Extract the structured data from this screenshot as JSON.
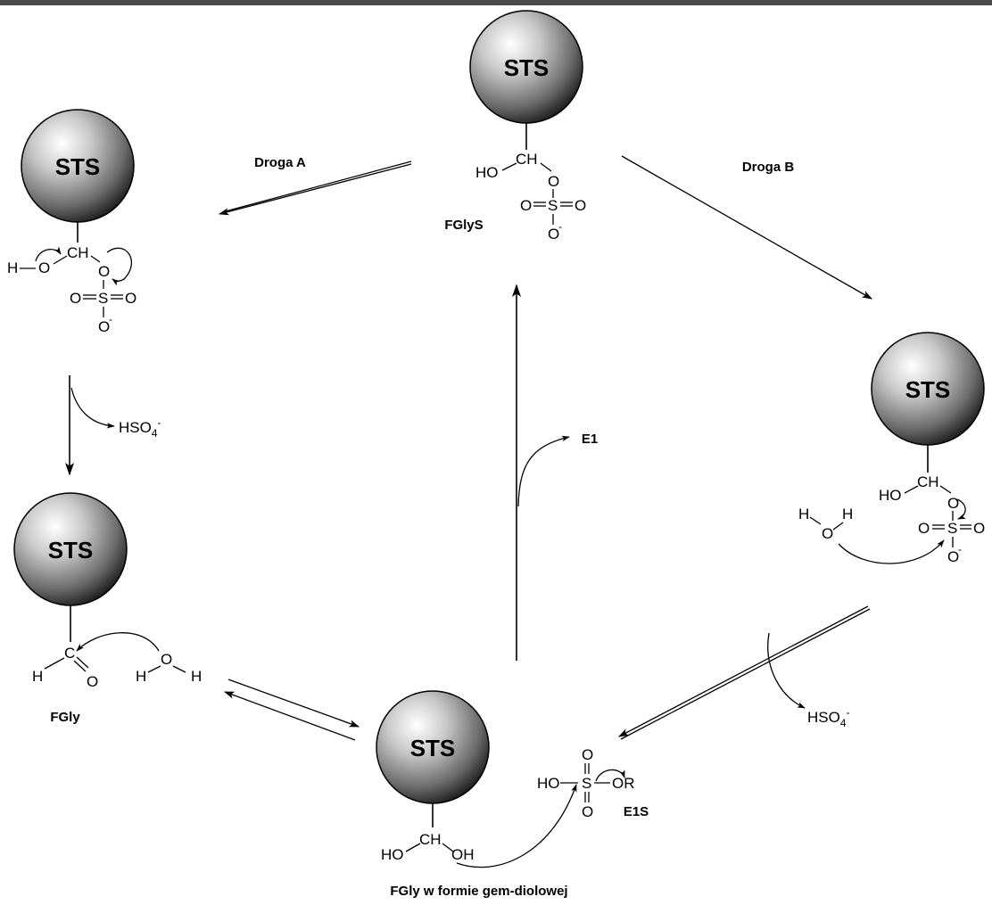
{
  "labels": {
    "route_a": "Droga A",
    "route_b": "Droga B",
    "fglys": "FGlyS",
    "fgly": "FGly",
    "gem_diol": "FGly w formie gem-diolowej",
    "e1": "E1",
    "e1s": "E1S",
    "enzyme": "STS"
  },
  "chem": {
    "ch": "CH",
    "c": "C",
    "ho": "HO",
    "oh": "OH",
    "o": "O",
    "h": "H",
    "s": "S",
    "o_minus": "O",
    "minus": "-",
    "hso4": "HSO",
    "hso4_sub": "4",
    "ho_dash": "HO",
    "or": "OR"
  },
  "colors": {
    "sphere_light": "#ffffff",
    "sphere_mid": "#9a9a9a",
    "sphere_dark": "#1a1a1a",
    "top_bar": "#4a4a4a"
  }
}
